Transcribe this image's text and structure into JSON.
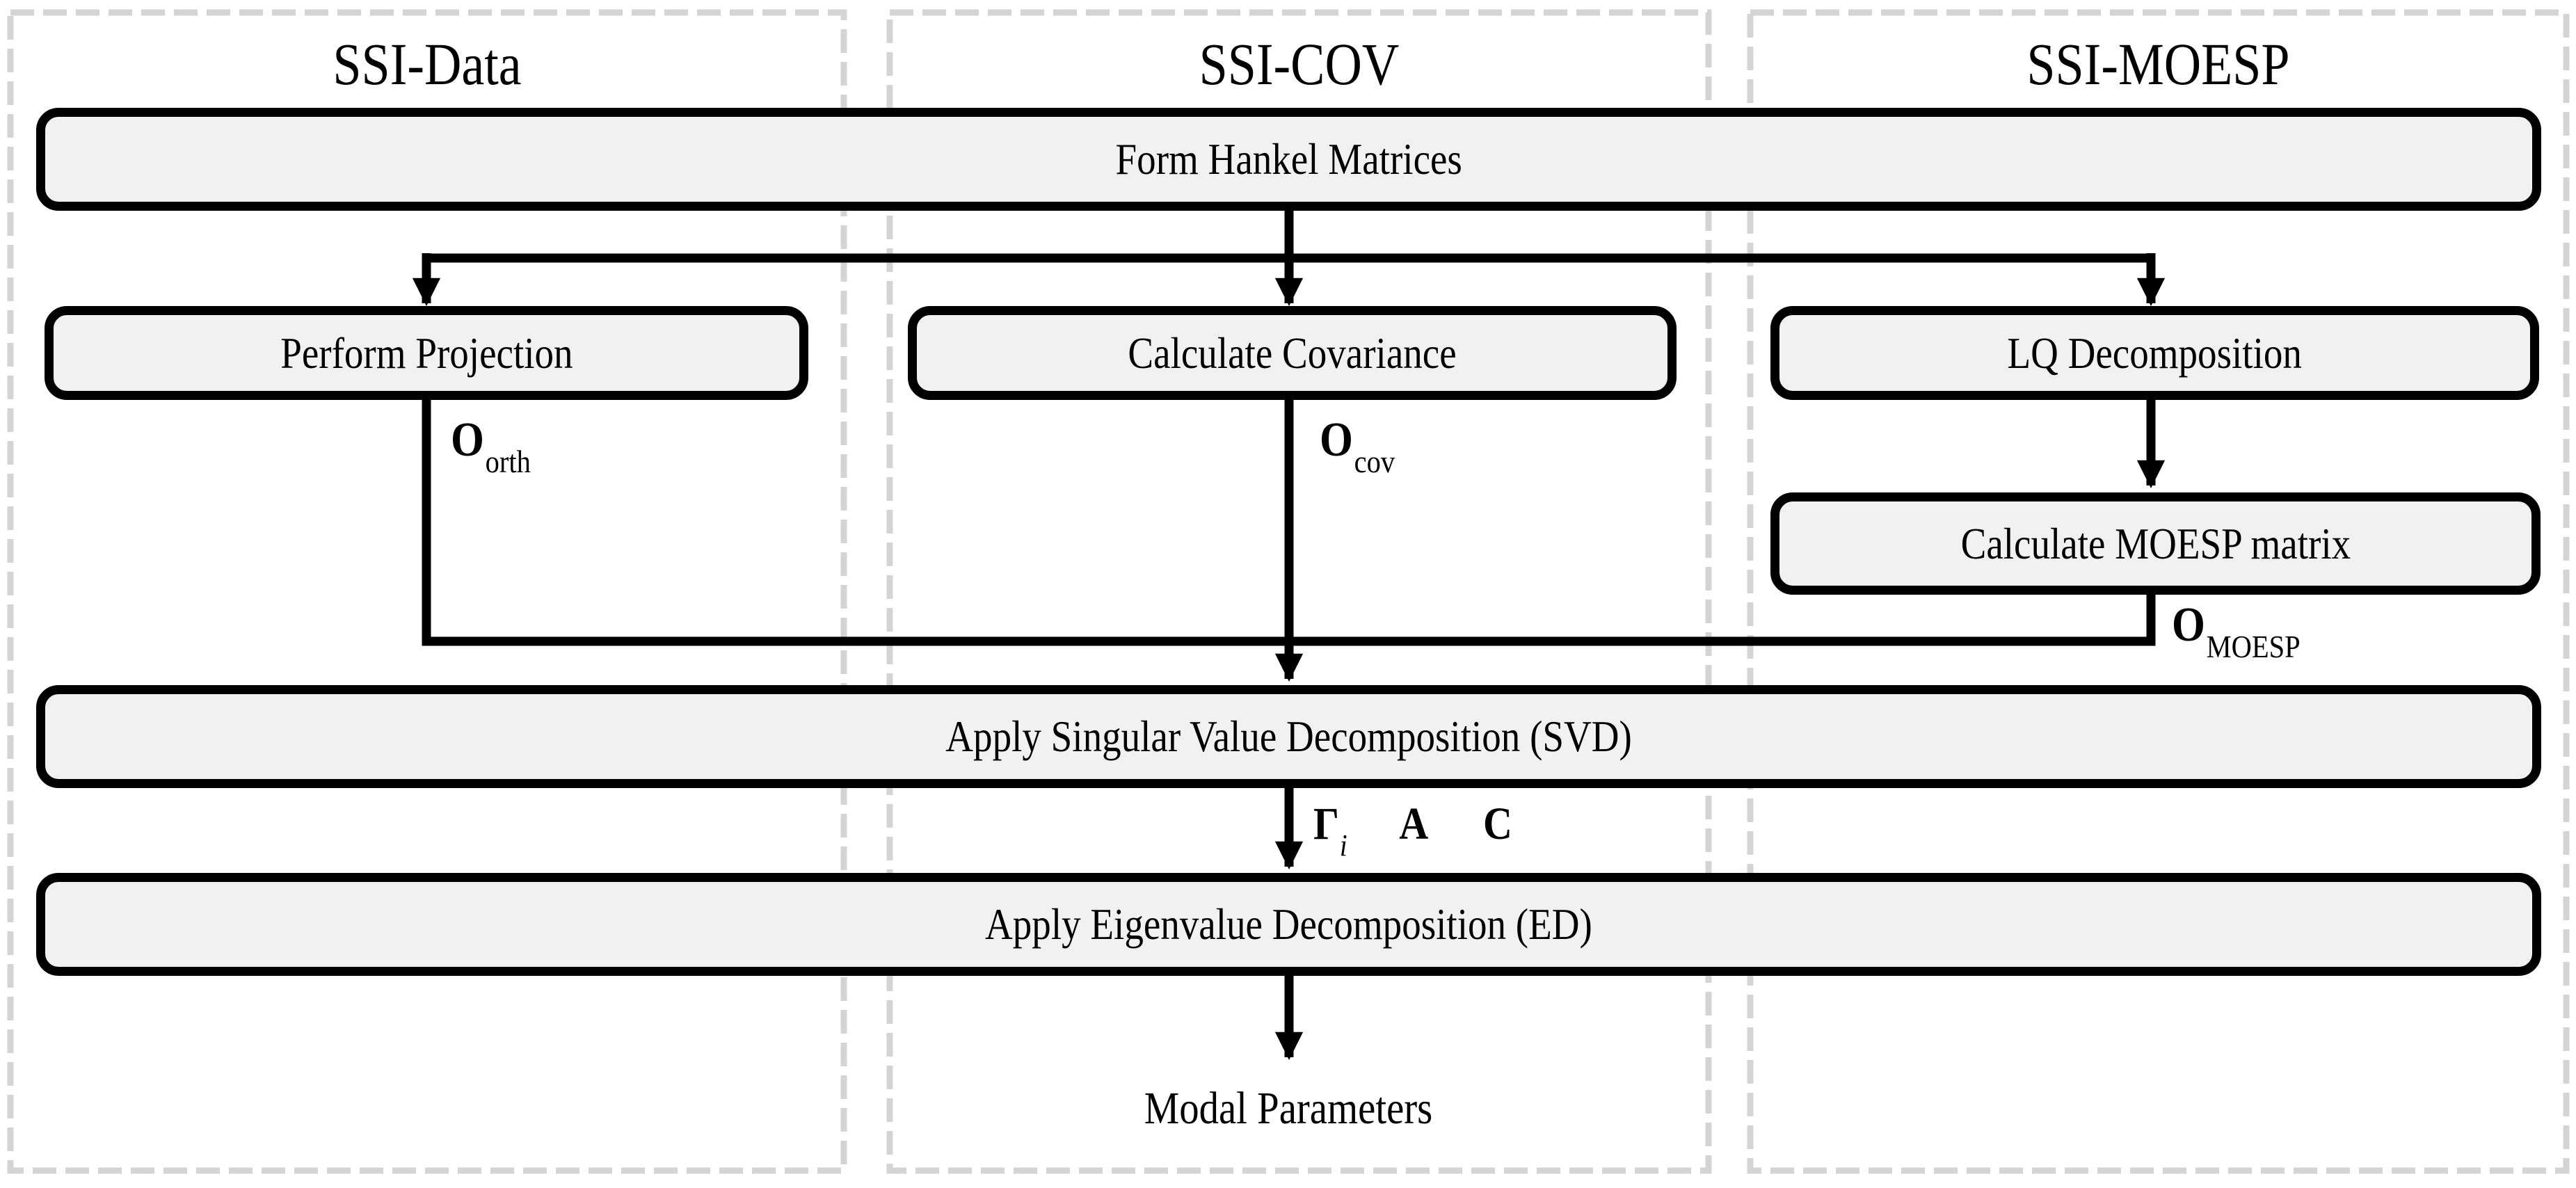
{
  "figure": {
    "columns": [
      {
        "title": "SSI-Data"
      },
      {
        "title": "SSI-COV"
      },
      {
        "title": "SSI-MOESP"
      }
    ],
    "nodes": {
      "hankel": {
        "label": "Form Hankel Matrices"
      },
      "projection": {
        "label": "Perform Projection"
      },
      "covariance": {
        "label": "Calculate Covariance"
      },
      "lq": {
        "label": "LQ Decomposition"
      },
      "moesp": {
        "label": "Calculate MOESP matrix"
      },
      "svd": {
        "label": "Apply Singular Value Decomposition (SVD)"
      },
      "ed": {
        "label": "Apply Eigenvalue Decomposition (ED)"
      },
      "modal": {
        "label": "Modal Parameters"
      }
    },
    "edge_labels": {
      "orth": {
        "base": "O",
        "sub": "orth"
      },
      "cov": {
        "base": "O",
        "sub": "cov"
      },
      "moesp": {
        "base": "O",
        "sub": "MOESP"
      },
      "svd_out": [
        {
          "base": "Γ",
          "sub": "i"
        },
        {
          "base": "A",
          "sub": ""
        },
        {
          "base": "C",
          "sub": ""
        }
      ]
    },
    "colors": {
      "node_fill": "#f1f1f1",
      "node_border": "#000000",
      "panel_dash": "#d4d4d4",
      "text": "#000000",
      "background": "#ffffff"
    }
  }
}
